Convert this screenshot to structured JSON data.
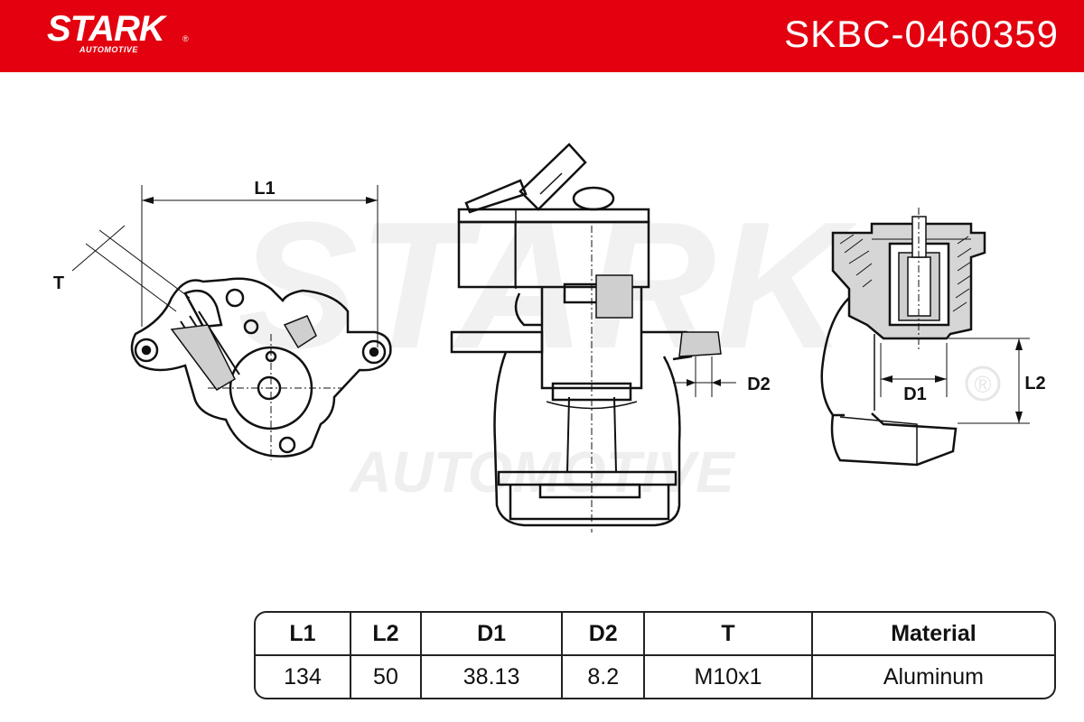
{
  "header": {
    "brand": "STARK",
    "brand_sub": "AUTOMOTIVE",
    "registered": "®",
    "part_number": "SKBC-0460359",
    "brand_color": "#e3000f"
  },
  "watermark": {
    "line1": "STARK",
    "line2": "AUTOMOTIVE",
    "registered": "®"
  },
  "dimension_labels": {
    "l1": "L1",
    "t": "T",
    "d2": "D2",
    "d1": "D1",
    "l2": "L2"
  },
  "spec_table": {
    "headers": [
      "L1",
      "L2",
      "D1",
      "D2",
      "T",
      "Material"
    ],
    "values": [
      "134",
      "50",
      "38.13",
      "8.2",
      "M10x1",
      "Aluminum"
    ]
  }
}
